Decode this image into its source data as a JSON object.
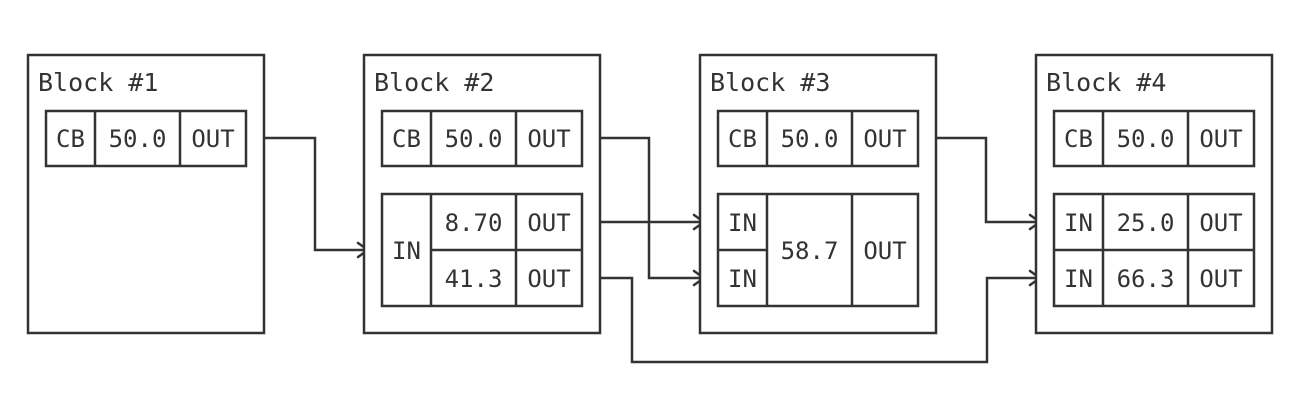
{
  "blocks": [
    {
      "title": "Block #1",
      "cells": {
        "cb": "CB",
        "value": "50.0",
        "out": "OUT"
      }
    },
    {
      "title": "Block #2",
      "cells": {
        "cb": "CB",
        "value": "50.0",
        "out": "OUT"
      },
      "splitter": {
        "in": "IN",
        "rows": [
          {
            "value": "8.70",
            "out": "OUT"
          },
          {
            "value": "41.3",
            "out": "OUT"
          }
        ]
      }
    },
    {
      "title": "Block #3",
      "cells": {
        "cb": "CB",
        "value": "50.0",
        "out": "OUT"
      },
      "merger": {
        "inputs": [
          "IN",
          "IN"
        ],
        "value": "58.7",
        "out": "OUT"
      }
    },
    {
      "title": "Block #4",
      "cells": {
        "cb": "CB",
        "value": "50.0",
        "out": "OUT"
      },
      "inputs": [
        {
          "in": "IN",
          "value": "25.0",
          "out": "OUT"
        },
        {
          "in": "IN",
          "value": "66.3",
          "out": "OUT"
        }
      ]
    }
  ]
}
